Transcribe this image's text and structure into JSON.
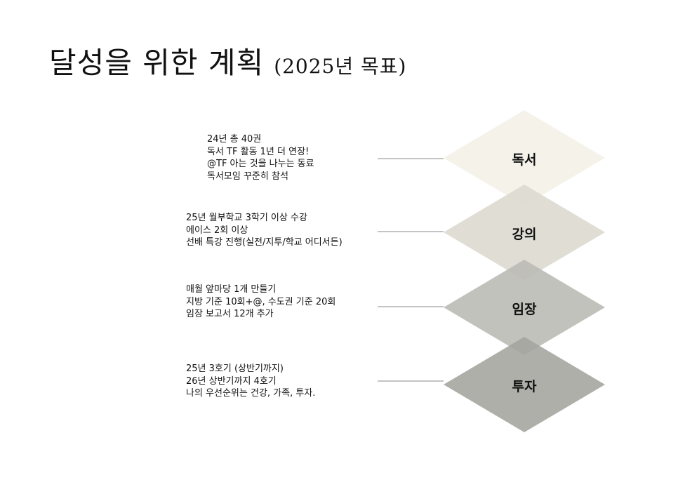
{
  "title": {
    "main": "달성을 위한 계획",
    "sub": "(2025년 목표)"
  },
  "items": [
    {
      "label": "독서",
      "color": "#f3f0e6",
      "lines": [
        "24년 총 40권",
        "독서 TF 활동 1년 더 연장!",
        "@TF 아는 것을 나누는 동료",
        "독서모임 꾸준히 참석"
      ]
    },
    {
      "label": "강의",
      "color": "#dcd8cf",
      "lines": [
        "25년 월부학교 3학기 이상 수강",
        "에이스 2회 이상",
        "선배 특강 진행(실전/지투/학교 어디서든)"
      ]
    },
    {
      "label": "임장",
      "color": "#babab4",
      "lines": [
        "매월 앞마당 1개 만들기",
        "지방 기준 10회+@, 수도권 기준 20회",
        "임장 보고서 12개 추가"
      ]
    },
    {
      "label": "투자",
      "color": "#a4a49e",
      "lines": [
        "25년 3호기 (상반기까지)",
        "26년 상반기까지 4호기",
        "나의 우선순위는 건강, 가족, 투자."
      ]
    }
  ]
}
